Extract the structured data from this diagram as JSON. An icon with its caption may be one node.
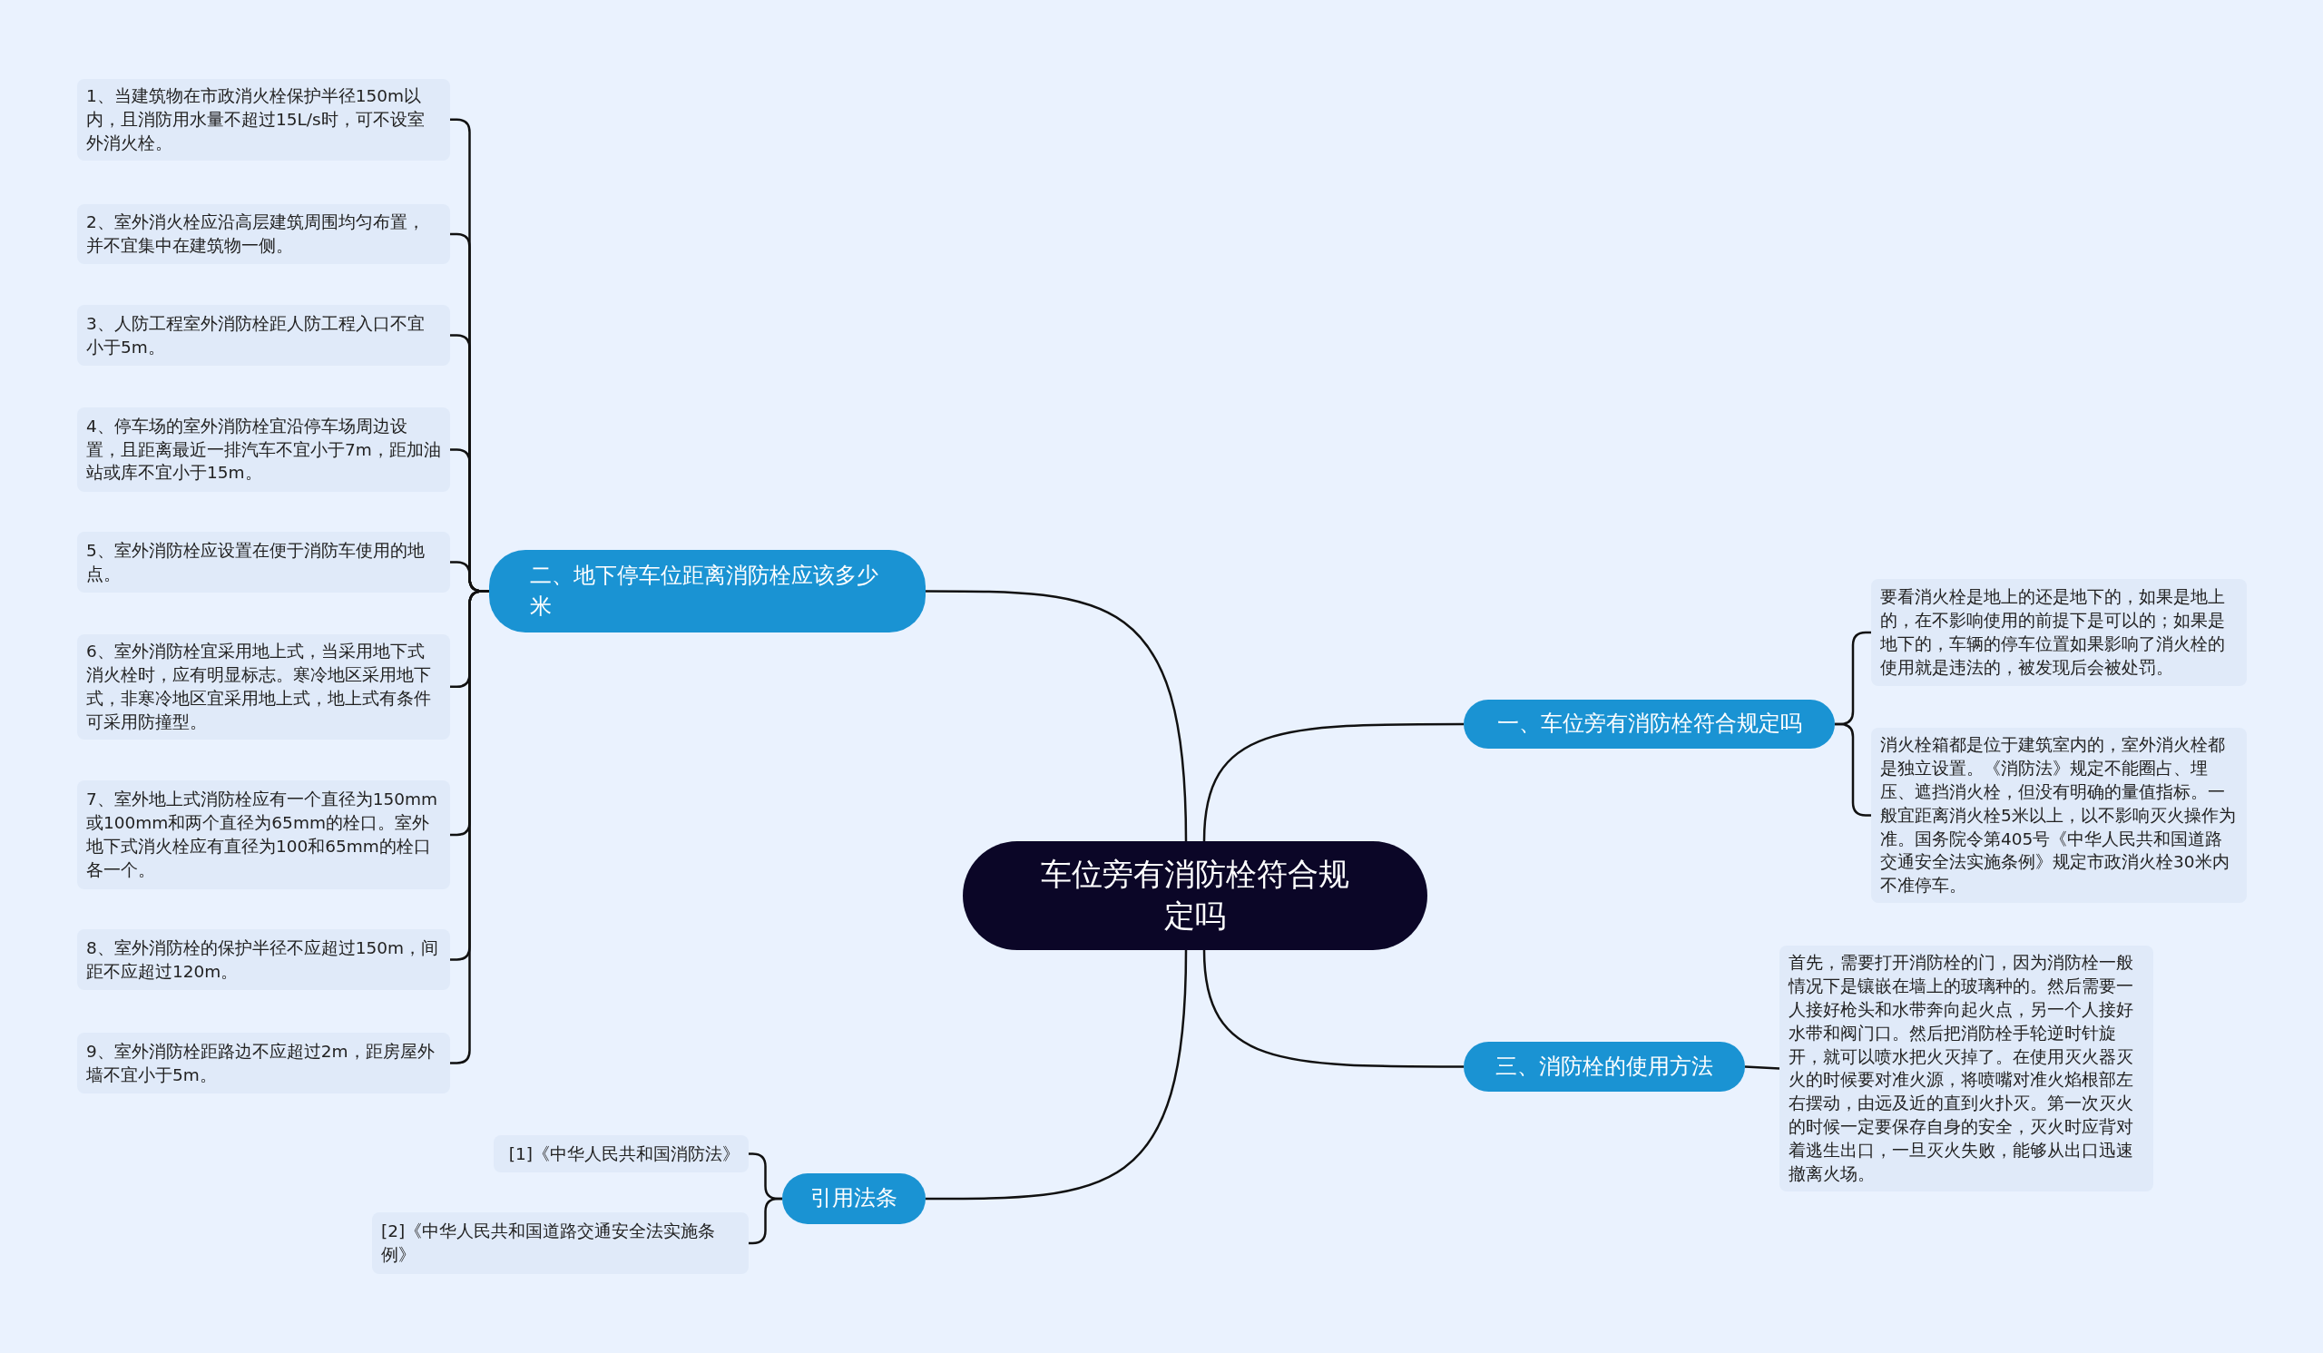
{
  "diagram": {
    "nodes": [
      {
        "text": [
          "车位旁有消防栓符合规定吗"
        ]
      },
      {
        "text": [
          "一、车位旁有消防栓符合规定吗"
        ]
      },
      {
        "text": [
          "要看消火栓是地上的还是地下的，如果是地上的，在不影响使用的前提下是可以的；如果是地下的，车辆的停车位置如果影响了消火栓的使用就是违法的，被发现后会被处罚。"
        ]
      },
      {
        "text": [
          "消火栓箱都是位于建筑室内的，室外消火栓都是独立设置。《消防法》规定不能圈占、埋压、遮挡消火栓，但没有明确的量值指标。一般宜距离消火栓5米以上，以不影响灭火操作为准。国务院令第405号《中华人民共和国道路交通安全法实施条例》规定市政消火栓30米内不准停车。"
        ]
      },
      {
        "text": [
          "三、消防栓的使用方法"
        ]
      },
      {
        "text": [
          "首先，需要打开消防栓的门，因为消防栓一般情况下是镶嵌在墙上的玻璃种的。然后需要一人接好枪头和水带奔向起火点，另一个人接好水带和阀门口。然后把消防栓手轮逆时针旋开，就可以喷水把火灭掉了。在使用灭火器灭火的时候要对准火源，将喷嘴对准火焰根部左右摆动，由远及近的直到火扑灭。第一次灭火的时候一定要保存自身的安全，灭火时应背对着逃生出口，一旦灭火失败，能够从出口迅速撤离火场。"
        ]
      },
      {
        "text": [
          "二、地下停车位距离消防栓应该多少米"
        ]
      },
      {
        "text": [
          "1、当建筑物在市政消火栓保护半径150m以内，且消防用水量不超过15L/s时，可不设室外消火栓。"
        ]
      },
      {
        "text": [
          "2、室外消火栓应沿高层建筑周围均匀布置，并不宜集中在建筑物一侧。"
        ]
      },
      {
        "text": [
          "3、人防工程室外消防栓距人防工程入口不宜小于5m。"
        ]
      },
      {
        "text": [
          "4、停车场的室外消防栓宜沿停车场周边设置，且距离最近一排汽车不宜小于7m，距加油站或库不宜小于15m。"
        ]
      },
      {
        "text": [
          "5、室外消防栓应设置在便于消防车使用的地点。"
        ]
      },
      {
        "text": [
          "6、室外消防栓宜采用地上式，当采用地下式消火栓时，应有明显标志。寒冷地区采用地下式，非寒冷地区宜采用地上式，地上式有条件可采用防撞型。"
        ]
      },
      {
        "text": [
          "7、室外地上式消防栓应有一个直径为150mm或100mm和两个直径为65mm的栓口。室外地下式消火栓应有直径为100和65mm的栓口各一个。"
        ]
      },
      {
        "text": [
          "8、室外消防栓的保护半径不应超过150m，间距不应超过120m。"
        ]
      },
      {
        "text": [
          "9、室外消防栓距路边不应超过2m，距房屋外墙不宜小于5m。"
        ]
      },
      {
        "text": [
          "引用法条"
        ]
      },
      {
        "text": [
          "[1]《中华人民共和国消防法》"
        ]
      },
      {
        "text": [
          "[2]《中华人民共和国道路交通安全法实施条例》"
        ]
      }
    ],
    "edges": [
      {
        "from": 0,
        "to": 1,
        "arrow": "none"
      },
      {
        "from": 1,
        "to": 2,
        "arrow": "none"
      },
      {
        "from": 1,
        "to": 3,
        "arrow": "none"
      },
      {
        "from": 0,
        "to": 4,
        "arrow": "none"
      },
      {
        "from": 4,
        "to": 5,
        "arrow": "none"
      },
      {
        "from": 0,
        "to": 6,
        "arrow": "none"
      },
      {
        "from": 6,
        "to": 7,
        "arrow": "none"
      },
      {
        "from": 6,
        "to": 8,
        "arrow": "none"
      },
      {
        "from": 6,
        "to": 9,
        "arrow": "none"
      },
      {
        "from": 6,
        "to": 10,
        "arrow": "none"
      },
      {
        "from": 6,
        "to": 11,
        "arrow": "none"
      },
      {
        "from": 6,
        "to": 12,
        "arrow": "none"
      },
      {
        "from": 6,
        "to": 13,
        "arrow": "none"
      },
      {
        "from": 6,
        "to": 14,
        "arrow": "none"
      },
      {
        "from": 6,
        "to": 15,
        "arrow": "none"
      },
      {
        "from": 0,
        "to": 16,
        "arrow": "none"
      },
      {
        "from": 16,
        "to": 17,
        "arrow": "none"
      },
      {
        "from": 16,
        "to": 18,
        "arrow": "none"
      }
    ]
  }
}
